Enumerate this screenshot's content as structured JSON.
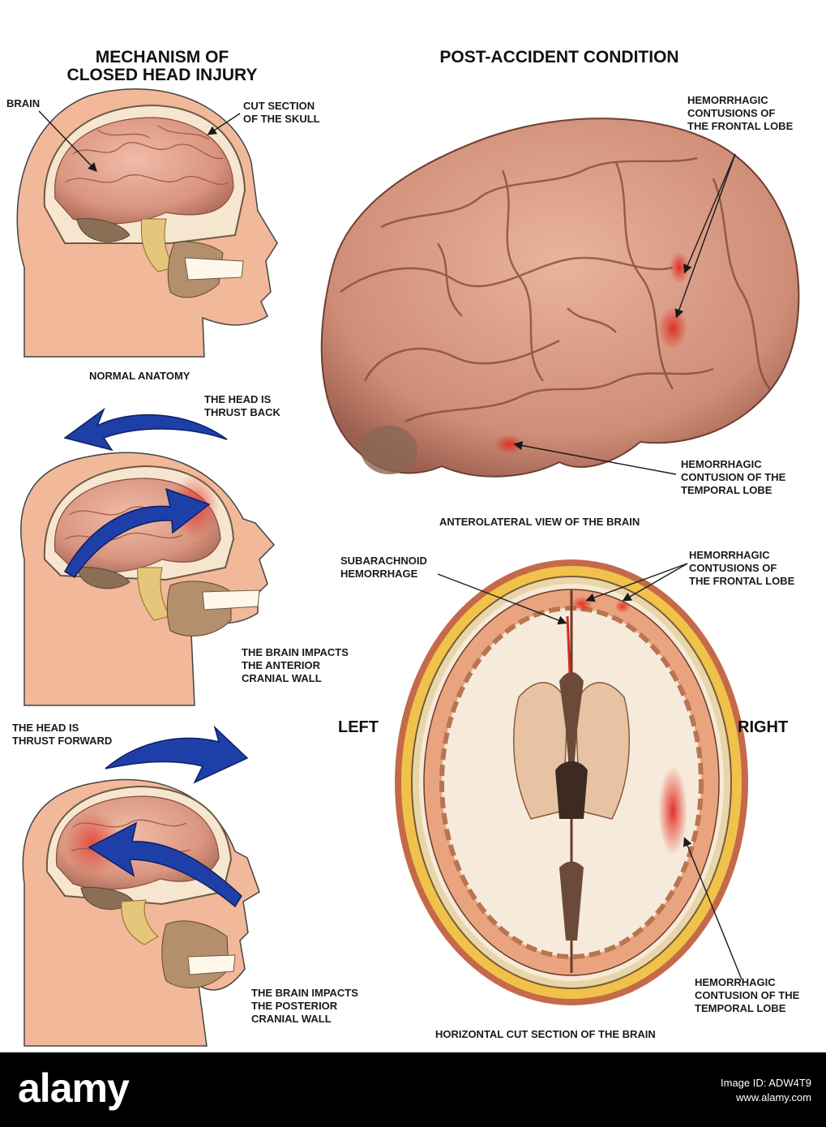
{
  "titles": {
    "left": "MECHANISM OF\nCLOSED HEAD INJURY",
    "right": "POST-ACCIDENT CONDITION"
  },
  "labels": {
    "brain": "BRAIN",
    "skull": "CUT SECTION\nOF THE SKULL",
    "normal": "NORMAL ANATOMY",
    "thrust_back": "THE HEAD IS\nTHRUST BACK",
    "impact_anterior": "THE BRAIN IMPACTS\nTHE ANTERIOR\nCRANIAL WALL",
    "thrust_forward": "THE HEAD IS\nTHRUST FORWARD",
    "impact_posterior": "THE BRAIN IMPACTS\nTHE POSTERIOR\nCRANIAL WALL",
    "frontal_top": "HEMORRHAGIC\nCONTUSIONS OF\nTHE FRONTAL LOBE",
    "temporal_top": "HEMORRHAGIC\nCONTUSION OF THE\nTEMPORAL LOBE",
    "anterolateral": "ANTEROLATERAL VIEW OF THE BRAIN",
    "subarachnoid": "SUBARACHNOID\nHEMORRHAGE",
    "frontal_bottom": "HEMORRHAGIC\nCONTUSIONS OF\nTHE FRONTAL LOBE",
    "left": "LEFT",
    "right": "RIGHT",
    "temporal_bottom": "HEMORRHAGIC\nCONTUSION OF THE\nTEMPORAL LOBE",
    "horizontal": "HORIZONTAL CUT SECTION OF THE BRAIN"
  },
  "footer": {
    "brand": "alamy",
    "image_id_line": "Image ID: ADW4T9",
    "site": "www.alamy.com"
  },
  "colors": {
    "skin": "#f2b89a",
    "brain": "#e8a795",
    "contusion": "#e03a30",
    "arrow": "#1f3fa8",
    "skull_ring": "#f0c24a"
  }
}
